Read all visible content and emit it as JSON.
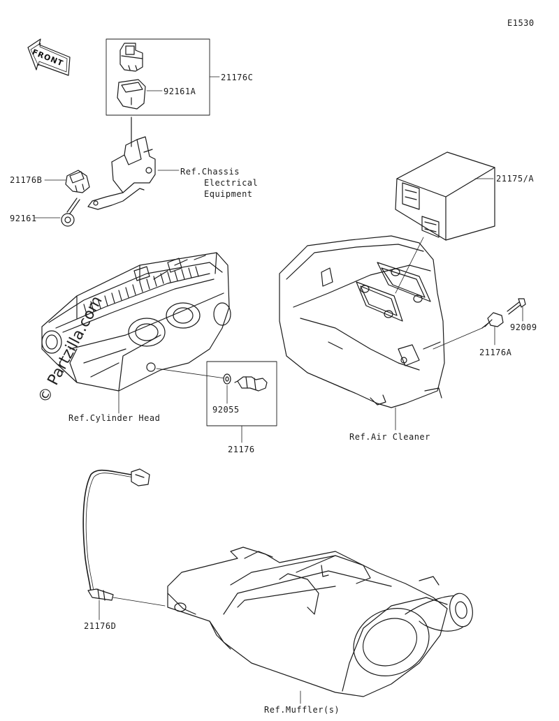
{
  "diagram_code": "E1530",
  "front_label": "FRONT",
  "watermark": "© Partzilla.com",
  "parts": {
    "p21176C": "21176C",
    "p92161A": "92161A",
    "p21176B": "21176B",
    "p92161": "92161",
    "p21175A": "21175/A",
    "p92009": "92009",
    "p21176A": "21176A",
    "p92055": "92055",
    "p21176": "21176",
    "p21176D": "21176D"
  },
  "references": {
    "chassis_line1": "Ref.Chassis",
    "chassis_line2": "Electrical",
    "chassis_line3": "Equipment",
    "cylinder_head": "Ref.Cylinder Head",
    "air_cleaner": "Ref.Air Cleaner",
    "muffler": "Ref.Muffler(s)"
  }
}
